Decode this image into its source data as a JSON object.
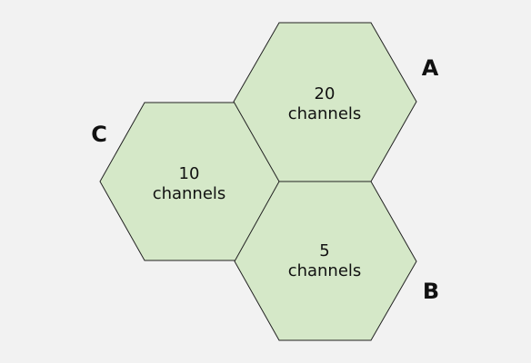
{
  "cells": [
    {
      "id": "A",
      "label": "A",
      "count": "20",
      "unit": "channels"
    },
    {
      "id": "B",
      "label": "B",
      "count": "5",
      "unit": "channels"
    },
    {
      "id": "C",
      "label": "C",
      "count": "10",
      "unit": "channels"
    }
  ],
  "colors": {
    "cell_fill": "#d5e8c8",
    "cell_stroke": "#222222",
    "background": "#f2f2f2",
    "text": "#111111"
  }
}
